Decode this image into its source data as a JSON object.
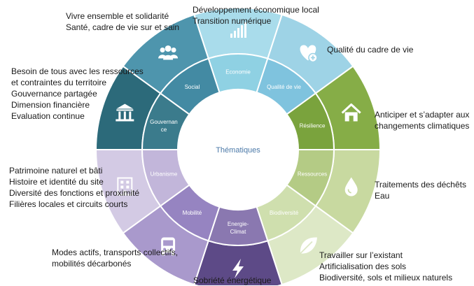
{
  "center_label": "Thématiques",
  "segments": [
    {
      "id": "economie",
      "inner": [
        "Economie"
      ],
      "icon": "bar-chart-icon",
      "outer_color": "#a9dceb",
      "inner_color": "#8fd1e3",
      "lines": [
        "Développement économique local",
        "Transition numérique"
      ]
    },
    {
      "id": "qualite",
      "inner": [
        "Qualité de vie"
      ],
      "icon": "heart-plus-icon",
      "outer_color": "#9ed3e6",
      "inner_color": "#7fc3de",
      "lines": [
        "Qualité du cadre de vie"
      ]
    },
    {
      "id": "resilience",
      "inner": [
        "Résilience"
      ],
      "icon": "house-icon",
      "outer_color": "#86ad47",
      "inner_color": "#7aa33d",
      "lines": [
        "Anticiper et s’adapter aux",
        "changements climatiques"
      ]
    },
    {
      "id": "ressources",
      "inner": [
        "Ressources"
      ],
      "icon": "water-drop-icon",
      "outer_color": "#c8d9a0",
      "inner_color": "#b4cb85",
      "lines": [
        "Traitements des déchêts",
        "Eau"
      ]
    },
    {
      "id": "biodiversite",
      "inner": [
        "Biodiversité"
      ],
      "icon": "leaf-icon",
      "outer_color": "#dde8c6",
      "inner_color": "#cfdfae",
      "lines": [
        "Travailler sur l’existant",
        "Artificialisation des sols",
        "Biodiversité, sols et milieux naturels"
      ]
    },
    {
      "id": "energie",
      "inner": [
        "Energie-",
        "Climat"
      ],
      "icon": "lightning-icon",
      "outer_color": "#5d4a87",
      "inner_color": "#8a78b0",
      "lines": [
        "Sobriété énergétique"
      ]
    },
    {
      "id": "mobilite",
      "inner": [
        "Mobilité"
      ],
      "icon": "bus-icon",
      "outer_color": "#a999cc",
      "inner_color": "#9684c1",
      "lines": [
        "Modes actifs, transports collectifs,",
        "mobilités décarbonés"
      ]
    },
    {
      "id": "urbanisme",
      "inner": [
        "Urbanisme"
      ],
      "icon": "building-icon",
      "outer_color": "#d3cae4",
      "inner_color": "#c2b6da",
      "lines": [
        "Patrimoine naturel et bâti",
        "Histoire et identité du site",
        "Diversité des fonctions et proximité",
        "Filières locales et circuits courts"
      ]
    },
    {
      "id": "gouvernance",
      "inner": [
        "Gouvernan",
        "ce"
      ],
      "icon": "institution-icon",
      "outer_color": "#2c6a7a",
      "inner_color": "#3b7b8c",
      "lines": [
        "Besoin de tous avec les ressources",
        "et contraintes du territoire",
        "Gouvernance partagée",
        "Dimension financière",
        "Evaluation continue"
      ]
    },
    {
      "id": "social",
      "inner": [
        "Social"
      ],
      "icon": "people-icon",
      "outer_color": "#4e95ad",
      "inner_color": "#438aa3",
      "lines": [
        "Vivre ensemble et solidarité",
        "Santé, cadre de vie sur et sain"
      ]
    }
  ]
}
